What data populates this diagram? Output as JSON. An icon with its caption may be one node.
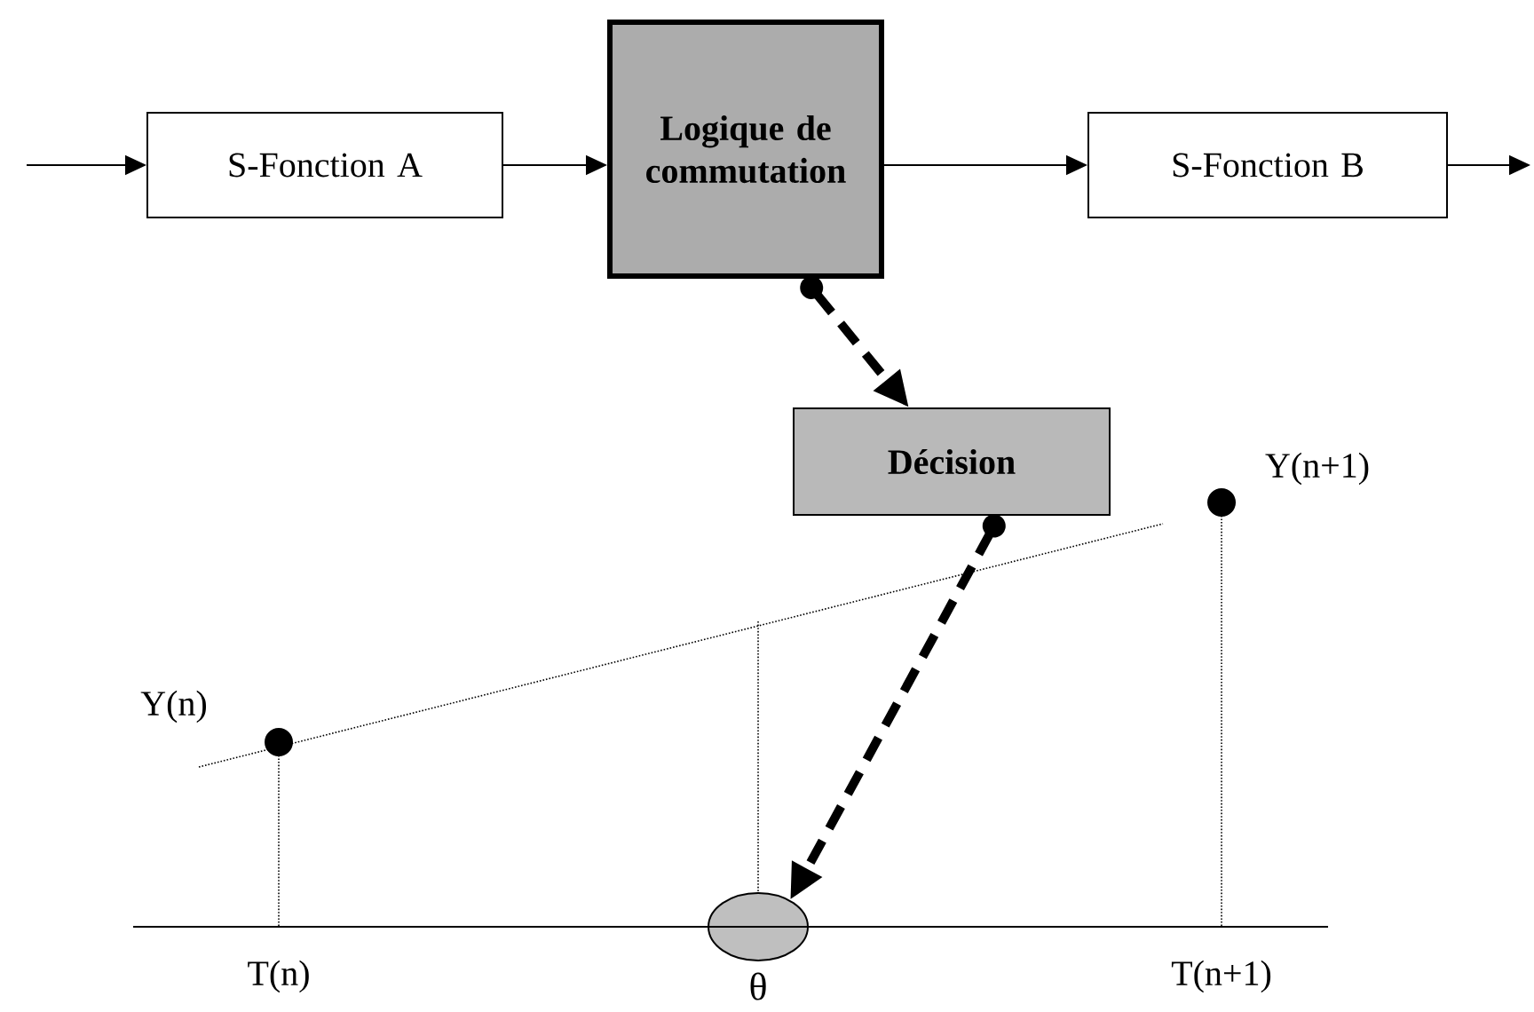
{
  "diagram": {
    "nodes": [
      {
        "text": [
          "S-Fonction A"
        ]
      },
      {
        "text": [
          "Logique de commutation"
        ]
      },
      {
        "text": [
          "S-Fonction B"
        ]
      },
      {
        "text": [
          "Décision"
        ]
      },
      {
        "text": [],
        "shape": "ellipse",
        "beside": [
          "θ"
        ]
      }
    ],
    "edges": [
      {
        "from": null,
        "to": 0,
        "arrow": "to"
      },
      {
        "from": 0,
        "to": 1,
        "arrow": "to"
      },
      {
        "from": 1,
        "to": 2,
        "arrow": "to"
      },
      {
        "from": 2,
        "to": null,
        "arrow": "to"
      },
      {
        "from": 1,
        "to": 3,
        "arrow": "to",
        "style": "dashed"
      },
      {
        "from": 3,
        "to": 4,
        "arrow": "to",
        "style": "dashed"
      }
    ],
    "labels": [
      "Y(n+1)",
      "Y(n)",
      "T(n)",
      "T(n+1)"
    ]
  }
}
